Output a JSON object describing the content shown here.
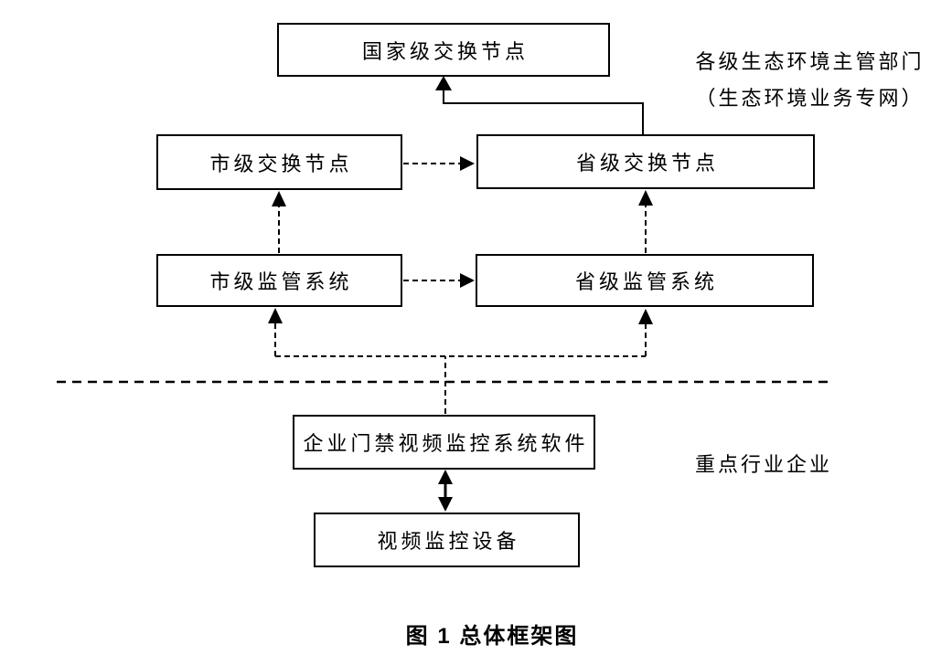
{
  "figure": {
    "nodes": {
      "national_exchange": "国家级交换节点",
      "city_exchange": "市级交换节点",
      "province_exchange": "省级交换节点",
      "city_supervision": "市级监管系统",
      "province_supervision": "省级监管系统",
      "enterprise_software": "企业门禁视频监控系统软件",
      "video_device": "视频监控设备"
    },
    "annotations": {
      "gov_network_line1": "各级生态环境主管部门",
      "gov_network_line2": "（生态环境业务专网）",
      "enterprise_zone": "重点行业企业"
    },
    "caption": "图 1 总体框架图",
    "colors": {
      "line": "#000000",
      "box_border": "#000000",
      "box_fill": "#ffffff",
      "background": "#ffffff",
      "text": "#000000"
    }
  }
}
